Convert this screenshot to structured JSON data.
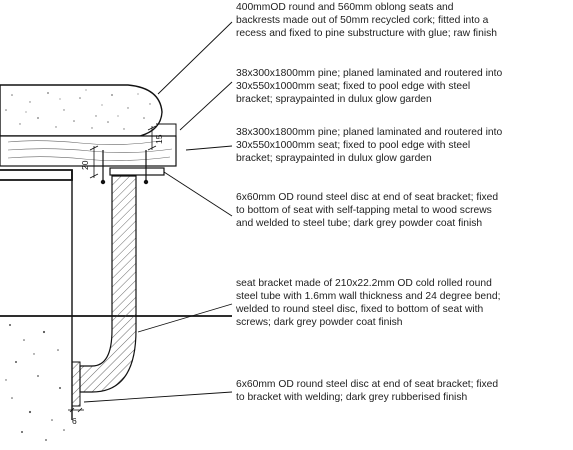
{
  "annotations": [
    "400mmOD round and 560mm oblong seats and\nbackrests made out of 50mm recycled cork; fitted into a\nrecess and fixed to pine substructure with glue; raw finish",
    "38x300x1800mm pine; planed laminated and routered into\n30x550x1000mm seat; fixed to pool edge with steel\nbracket; spraypainted in dulux glow garden",
    "38x300x1800mm pine; planed laminated and routered into\n30x550x1000mm seat; fixed to pool edge with steel\nbracket; spraypainted in dulux glow garden",
    "6x60mm OD round steel disc at end of seat bracket; fixed\nto bottom of seat with self-tapping metal to wood screws\nand welded to steel tube; dark grey powder coat finish",
    "seat bracket made of 210x22.2mm OD cold rolled round\nsteel tube with 1.6mm wall thickness and 24 degree bend;\nwelded to round steel disc, fixed to bottom of seat with\nscrews; dark grey powder coat finish",
    "6x60mm OD round steel disc at end of seat bracket; fixed\nto bracket with welding; dark grey rubberised finish"
  ],
  "dimensions": {
    "seat_gap": "20",
    "pine_thickness": "15",
    "disc_thickness": "6"
  },
  "colors": {
    "line": "#111111",
    "hatch": "#444444",
    "text": "#1e1e1e"
  }
}
